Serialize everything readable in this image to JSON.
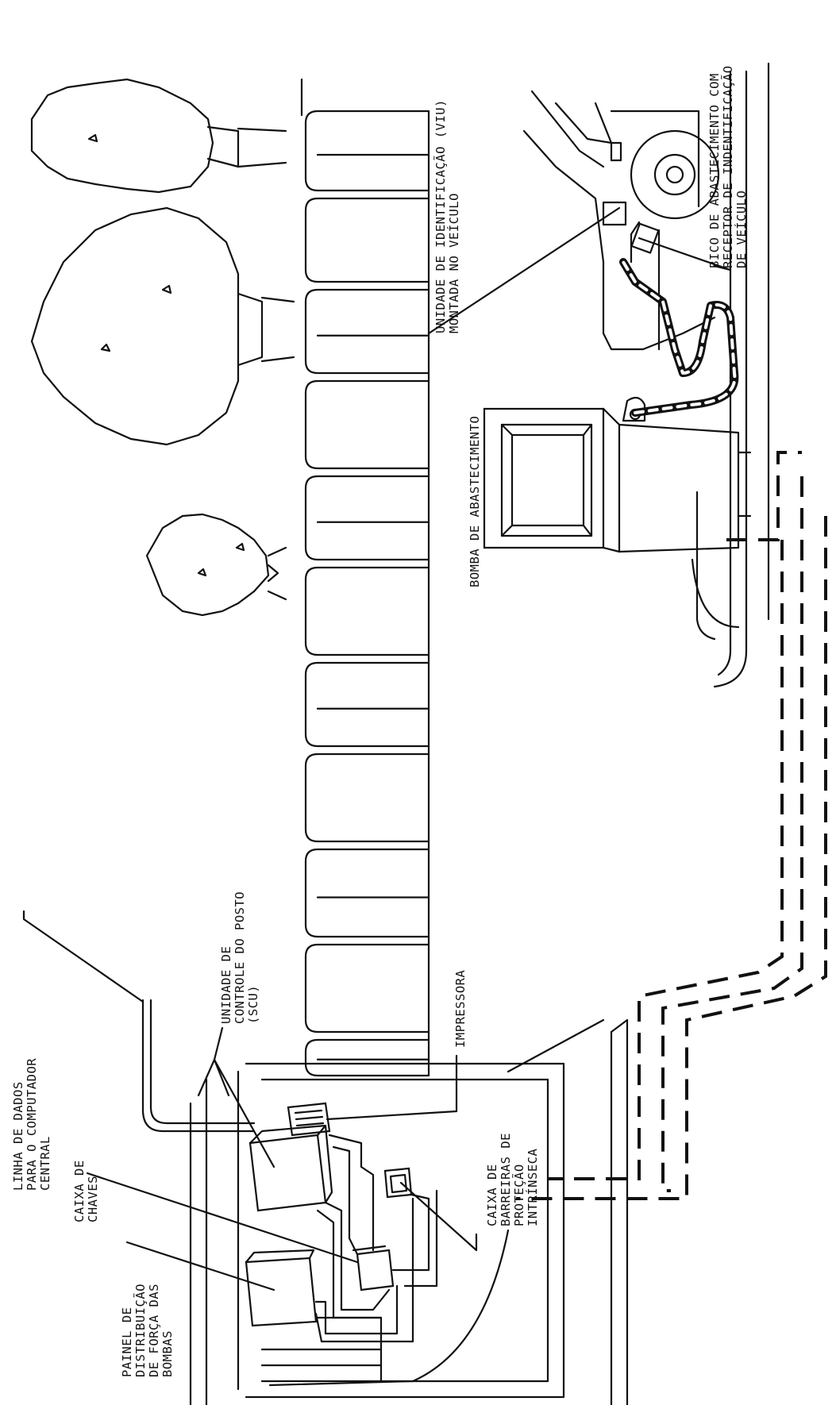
{
  "labels": {
    "viu": [
      "UNIDADE DE IDENTIFICAÇÃO (VIU)",
      "MONTADA NO VEÍCULO"
    ],
    "bico": [
      "BICO DE ABASTECIMENTO COM",
      "RECEPTOR DE INDENTIFICAÇÃO",
      "DE VEÍCULO"
    ],
    "bomba": [
      "BOMBA DE ABASTECIMENTO"
    ],
    "linha": [
      "LINHA DE DADOS",
      "PARA O COMPUTADOR",
      "CENTRAL"
    ],
    "scu": [
      "UNIDADE DE",
      "CONTROLE DO POSTO",
      "(SCU)"
    ],
    "impressora": [
      "IMPRESSORA"
    ],
    "barreiras": [
      "CAIXA DE",
      "BARREIRAS DE",
      "PROTEÇÃO",
      "INTRÍNSECA"
    ],
    "chaves": [
      "CAIXA DE",
      "CHAVES"
    ],
    "painel": [
      "PAINEL DE",
      "DISTRIBUIÇÃO",
      "DE FORÇA DAS",
      "BOMBAS"
    ]
  }
}
